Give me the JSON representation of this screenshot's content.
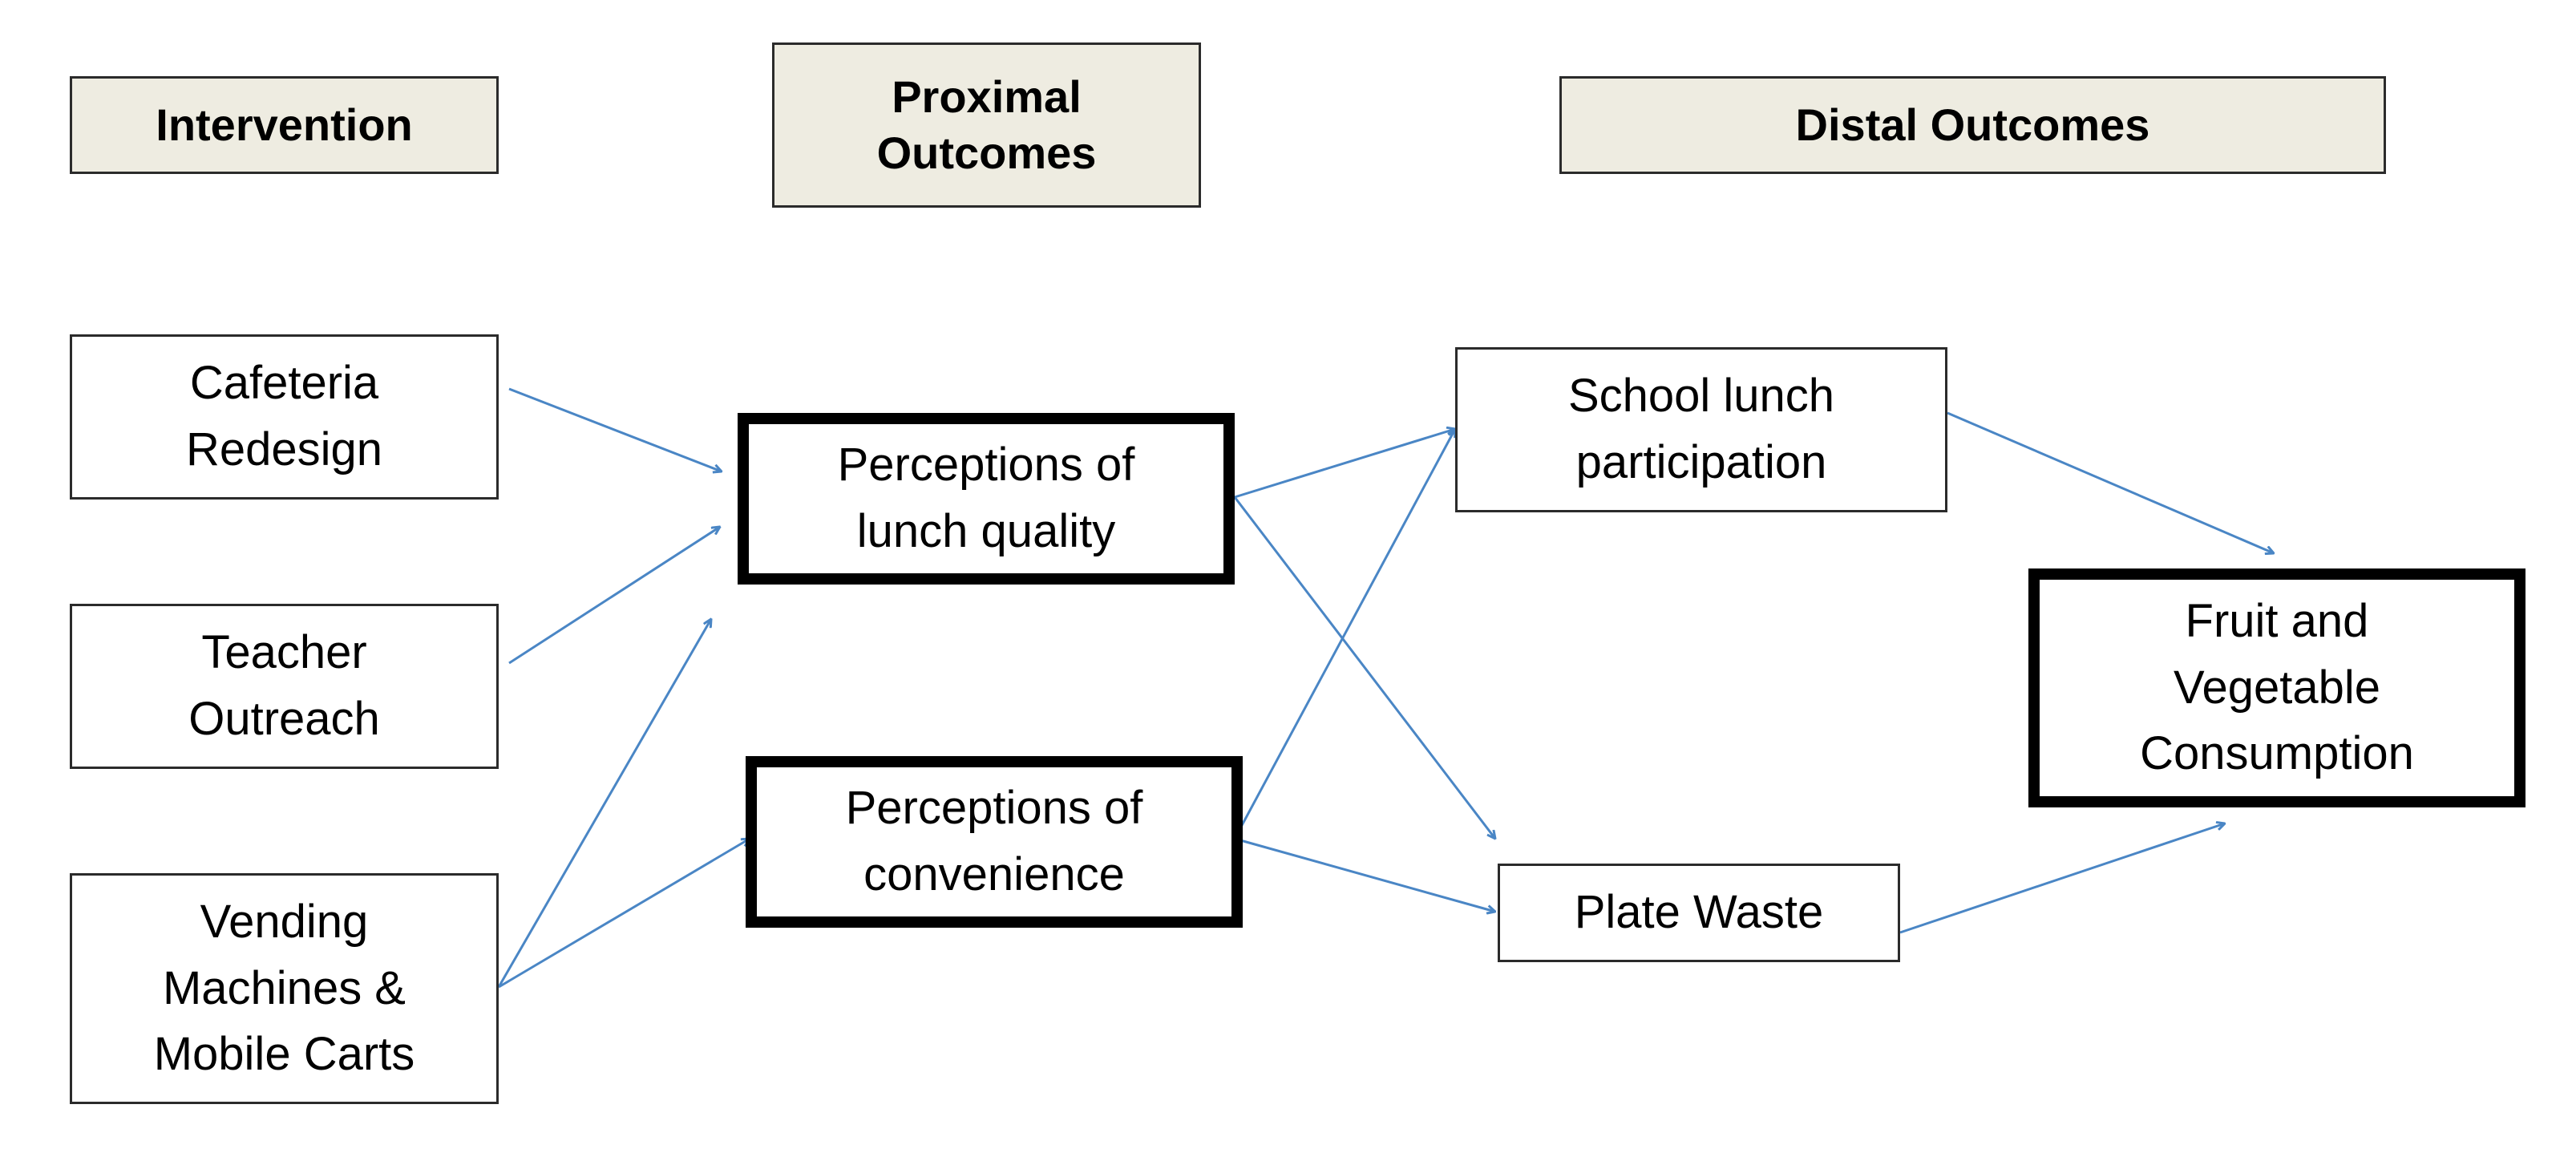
{
  "headers": {
    "intervention": "Intervention",
    "proximal": "Proximal\nOutcomes",
    "distal": "Distal Outcomes"
  },
  "interventions": {
    "cafeteria": "Cafeteria\nRedesign",
    "teacher": "Teacher\nOutreach",
    "vending": "Vending\nMachines &\nMobile Carts"
  },
  "proximal_outcomes": {
    "lunch_quality": "Perceptions of\nlunch quality",
    "convenience": "Perceptions of\nconvenience"
  },
  "distal_outcomes": {
    "participation": "School lunch\nparticipation",
    "plate_waste": "Plate Waste",
    "consumption": "Fruit and\nVegetable\nConsumption"
  },
  "colors": {
    "arrow": "#4a86c5",
    "header_fill": "#eeece1",
    "border": "#2b2b2b"
  },
  "connections": [
    {
      "from": "cafeteria",
      "to": "lunch_quality"
    },
    {
      "from": "teacher",
      "to": "lunch_quality"
    },
    {
      "from": "vending",
      "to": "lunch_quality"
    },
    {
      "from": "vending",
      "to": "convenience"
    },
    {
      "from": "lunch_quality",
      "to": "participation"
    },
    {
      "from": "lunch_quality",
      "to": "plate_waste"
    },
    {
      "from": "convenience",
      "to": "participation"
    },
    {
      "from": "convenience",
      "to": "plate_waste"
    },
    {
      "from": "participation",
      "to": "consumption"
    },
    {
      "from": "plate_waste",
      "to": "consumption"
    }
  ]
}
